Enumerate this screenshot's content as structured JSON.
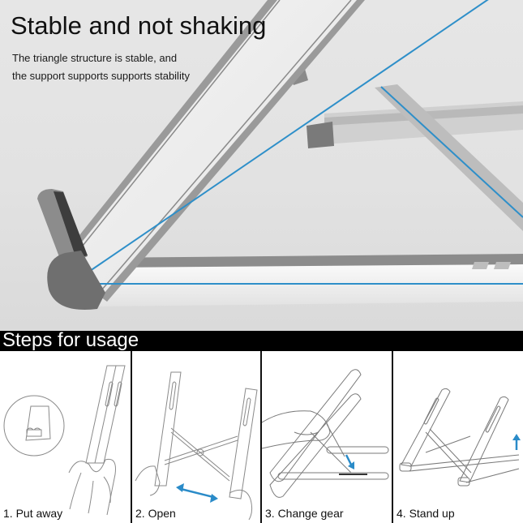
{
  "hero": {
    "title": "Stable and not shaking",
    "subtitle_line1": "The triangle structure is stable, and",
    "subtitle_line2": "the support supports supports stability",
    "background_color": "#e3e3e3",
    "accent_line_color": "#2e8fc9",
    "image": "laptop-stand-closeup"
  },
  "banner": {
    "title": "Steps for usage",
    "background_color": "#000000",
    "text_color": "#ffffff"
  },
  "steps": [
    {
      "label": "1. Put away",
      "illustration": "folded-stand-in-hands-with-detail-circle"
    },
    {
      "label": "2. Open",
      "illustration": "stand-opening-with-double-arrow"
    },
    {
      "label": "3. Change gear",
      "illustration": "hand-adjusting-angle-with-down-arrow"
    },
    {
      "label": "4. Stand up",
      "illustration": "stand-unfolded-with-up-arrow"
    }
  ],
  "colors": {
    "arrow": "#2a8bc8",
    "divider": "#111111",
    "line_art": "#7a7a7a"
  }
}
